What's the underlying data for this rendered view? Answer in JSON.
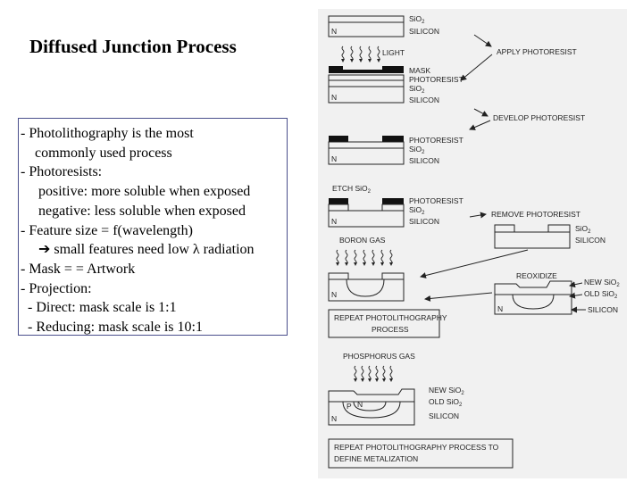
{
  "title": "Diffused Junction Process",
  "bullets": [
    "- Photolithography is the most",
    "commonly used process",
    "- Photoresists:",
    "positive: more soluble when exposed",
    "negative: less soluble when exposed",
    "- Feature size = f(wavelength)",
    "small features need low λ radiation",
    "- Mask = = Artwork",
    "- Projection:",
    "- Direct: mask scale is 1:1",
    "- Reducing: mask scale is 10:1"
  ],
  "diagram": {
    "labels": {
      "sio2": "SiO",
      "sub2": "2",
      "silicon": "SILICON",
      "n": "N",
      "p": "P",
      "light": "LIGHT",
      "mask": "MASK",
      "photoresist": "PHOTORESIST",
      "etch": "ETCH SiO",
      "boron": "BORON GAS",
      "phosphorus": "PHOSPHORUS GAS",
      "new_sio2": "NEW SiO",
      "old_sio2": "OLD SiO"
    },
    "steps": {
      "apply": "APPLY PHOTORESIST",
      "develop": "DEVELOP PHOTORESIST",
      "remove": "REMOVE PHOTORESIST",
      "reoxidize": "REOXIDIZE",
      "repeat1_line1": "REPEAT PHOTOLITHOGRAPHY",
      "repeat1_line2": "PROCESS",
      "repeat2_line1": "REPEAT PHOTOLITHOGRAPHY PROCESS TO",
      "repeat2_line2": "DEFINE METALIZATION"
    }
  }
}
